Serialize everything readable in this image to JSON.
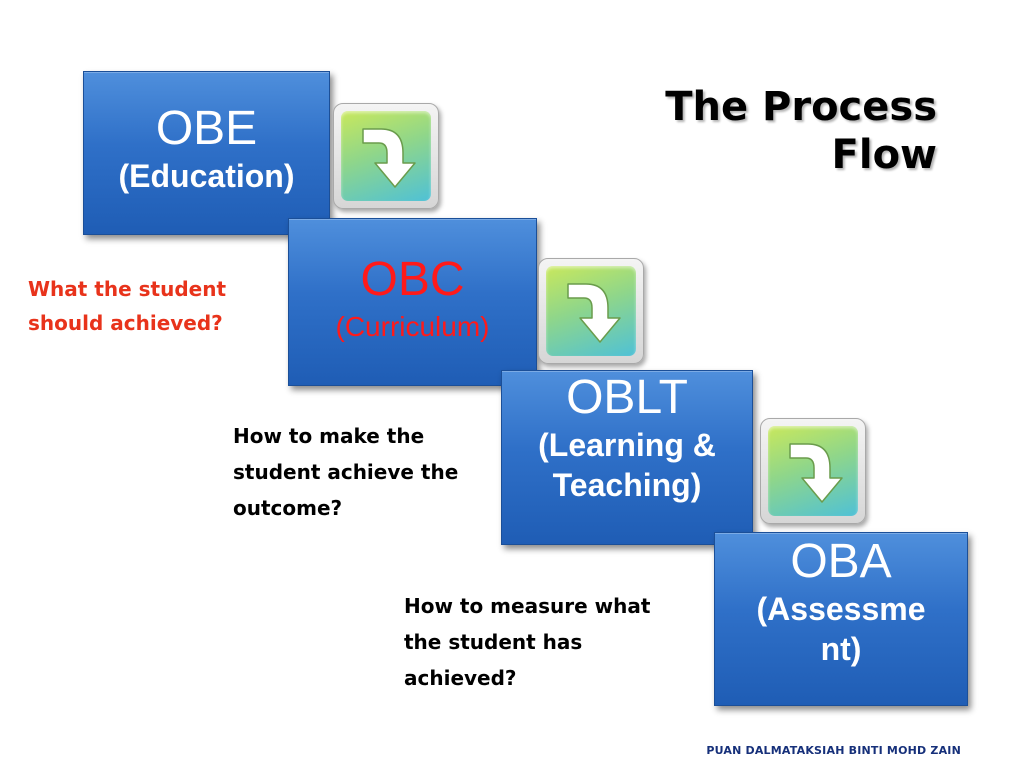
{
  "title": {
    "line1": "The Process",
    "line2": "Flow"
  },
  "steps": [
    {
      "acronym": "OBE",
      "subtitle": "(Education)"
    },
    {
      "acronym": "OBC",
      "subtitle": "(Curriculum)"
    },
    {
      "acronym": "OBLT",
      "subtitle_line1": "(Learning &",
      "subtitle_line2": "Teaching)"
    },
    {
      "acronym": "OBA",
      "subtitle_line1": "(Assessme",
      "subtitle_line2": "nt)"
    }
  ],
  "captions": {
    "what": {
      "line1": "What the student",
      "line2": "should achieved?"
    },
    "how_make": {
      "line1": "How to make the",
      "line2": "student achieve the",
      "line3": "outcome?"
    },
    "how_measure": {
      "line1": "How to measure what",
      "line2": "the student has",
      "line3": "achieved?"
    }
  },
  "icons": [
    "curved-down-arrow-icon",
    "curved-down-arrow-icon",
    "curved-down-arrow-icon"
  ],
  "colors": {
    "box_blue": "#2f70c8",
    "accent_red": "#ff1a1a",
    "caption_red": "#e8331b",
    "footer_blue": "#16307a"
  },
  "footer": "PUAN DALMATAKSIAH BINTI MOHD ZAIN"
}
